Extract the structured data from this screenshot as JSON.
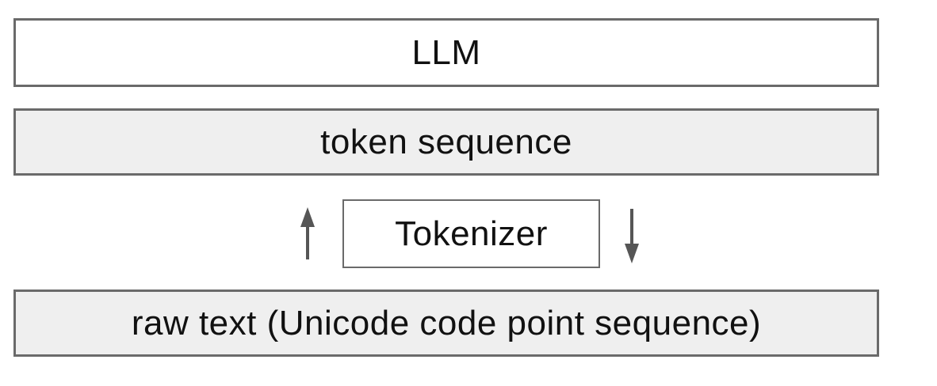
{
  "diagram": {
    "boxes": {
      "llm": {
        "label": "LLM",
        "fill": "#ffffff"
      },
      "token_sequence": {
        "label": "token sequence",
        "fill": "#efefef"
      },
      "tokenizer": {
        "label": "Tokenizer",
        "fill": "#ffffff"
      },
      "raw_text": {
        "label": "raw text (Unicode code point sequence)",
        "fill": "#efefef"
      }
    },
    "icons": {
      "up_arrow": "up-arrow-icon",
      "down_arrow": "down-arrow-icon"
    },
    "colors": {
      "box_border": "#6a6a6a",
      "arrow": "#565656",
      "text": "#111111",
      "background": "#ffffff"
    }
  }
}
